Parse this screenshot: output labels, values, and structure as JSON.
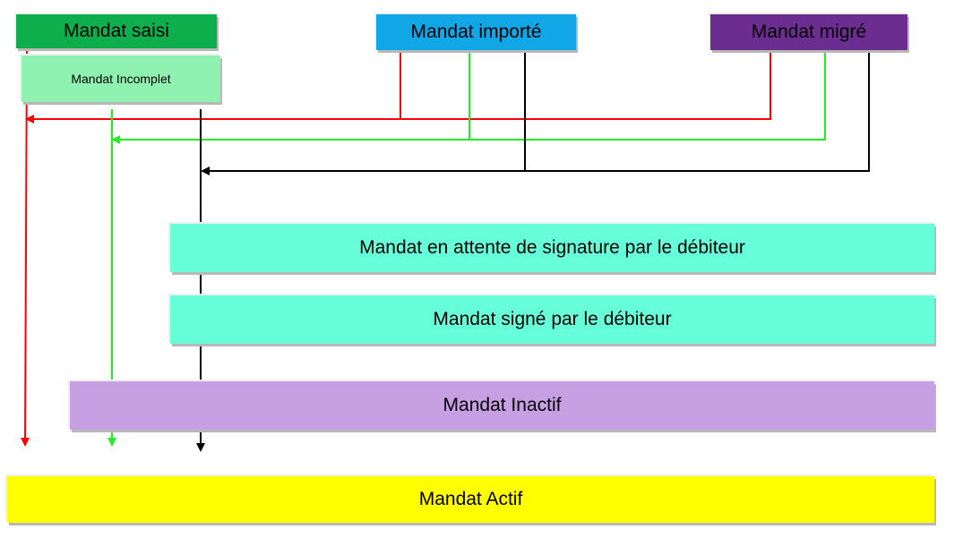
{
  "colors": {
    "red_line": "#ff0000",
    "green_line": "#22ee22",
    "black_line": "#000000",
    "saisi": "#0fae4d",
    "importe": "#11a6e6",
    "migre": "#6b2d8f",
    "incomplet": "#8ff2b0",
    "attente": "#66ffd9",
    "signe": "#66ffd9",
    "inactif": "#c7a0e3",
    "actif": "#ffff00"
  },
  "nodes": {
    "saisi": "Mandat saisi",
    "importe": "Mandat importé",
    "migre": "Mandat migré",
    "incomplet": "Mandat  Incomplet",
    "attente": "Mandat en attente de signature par le débiteur",
    "signe": "Mandat signé par le débiteur",
    "inactif": "Mandat Inactif",
    "actif": "Mandat Actif"
  }
}
